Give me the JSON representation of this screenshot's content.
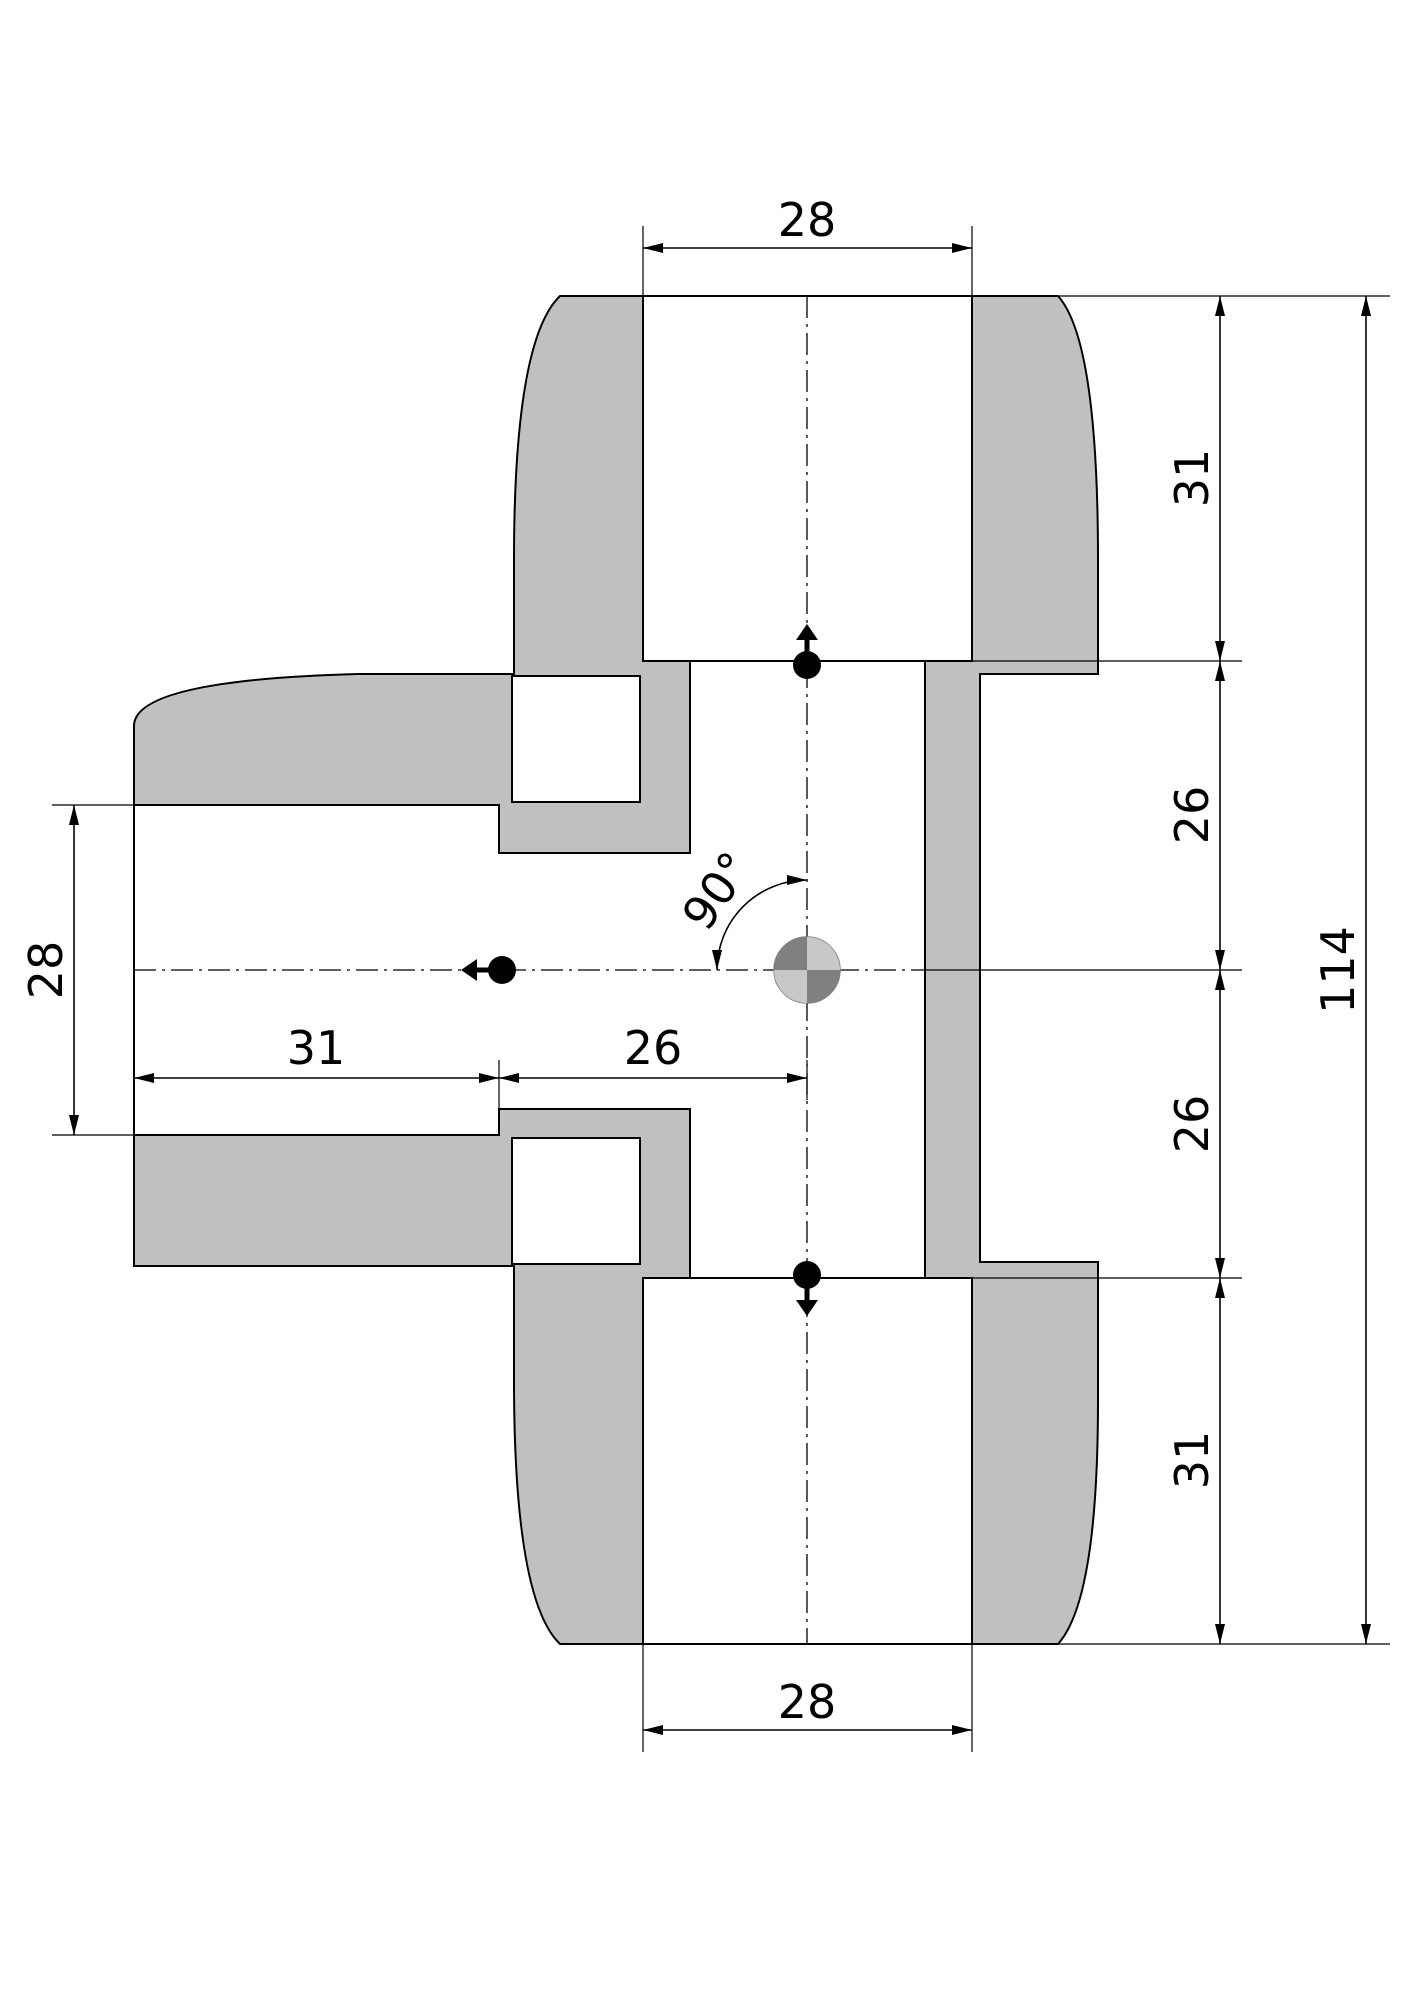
{
  "colors": {
    "wall_fill": "#c0c0c0",
    "line": "#000000",
    "background": "#ffffff",
    "centroid_dark": "#808080",
    "centroid_light": "#c8c8c8"
  },
  "dimensions": {
    "top_socket_width": "28",
    "bottom_socket_width": "28",
    "left_socket_height": "28",
    "top_socket_depth": "31",
    "upper_center_offset": "26",
    "lower_center_offset": "26",
    "bottom_socket_depth": "31",
    "overall_length": "114",
    "left_socket_depth": "31",
    "left_center_offset": "26",
    "branch_angle": "90°"
  }
}
